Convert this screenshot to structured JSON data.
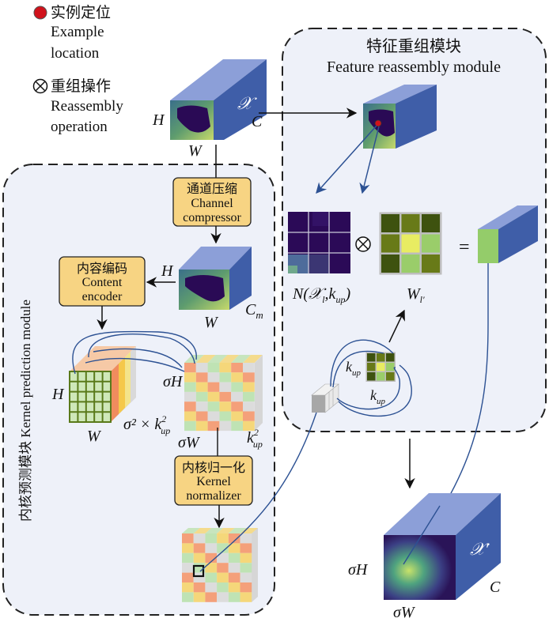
{
  "legend": {
    "example_location_zh": "实例定位",
    "example_location_en_1": "Example",
    "example_location_en_2": "location",
    "reassembly_zh": "重组操作",
    "reassembly_en_1": "Reassembly",
    "reassembly_en_2": "operation",
    "example_dot_color": "#d0121b",
    "otimes_symbol": "⊗"
  },
  "input_tensor": {
    "h": "H",
    "w": "W",
    "c": "C",
    "symbol": "𝒳"
  },
  "kernel_prediction_module": {
    "title": "内核预测模块 Kernel prediction module",
    "channel_compressor": {
      "zh": "通道压缩",
      "en_1": "Channel",
      "en_2": "compressor"
    },
    "compressed_tensor": {
      "h": "H",
      "w": "W",
      "c": "C",
      "c_sub": "m"
    },
    "content_encoder": {
      "zh": "内容编码",
      "en_1": "Content",
      "en_2": "encoder"
    },
    "encoded_tensor": {
      "h": "H",
      "w": "W",
      "depth": "σ² × k",
      "depth_sup": "2",
      "depth_sub": "up"
    },
    "kernels": {
      "h": "σH",
      "w": "σW",
      "depth": "k",
      "depth_sup": "2",
      "depth_sub": "up"
    },
    "kernel_normalizer": {
      "zh": "内核归一化",
      "en_1": "Kernel",
      "en_2": "normalizer"
    }
  },
  "feature_reassembly_module": {
    "title_zh": "特征重组模块",
    "title_en": "Feature reassembly module",
    "neighborhood": {
      "label": "N(",
      "x": "𝒳",
      "x_sub": "l",
      "k": ",k",
      "k_sub": "up",
      "close": ")"
    },
    "weights": {
      "label": "W",
      "sub": "l′"
    },
    "equals": "=",
    "kup_1": "k",
    "kup_1_sub": "up",
    "kup_2": "k",
    "kup_2_sub": "up"
  },
  "output_tensor": {
    "h": "σH",
    "w": "σW",
    "c": "C",
    "symbol": "𝒳′"
  },
  "colors": {
    "module_bg": "#eef1f9",
    "box_fill": "#f7d483",
    "cube_top": "#8c9fd8",
    "cube_side": "#3f5ea8",
    "curve": "#2c5193",
    "weight_dark": "#3e520f",
    "weight_mid": "#687a18",
    "weight_light": "#9acd6a",
    "weight_center": "#e8ec62"
  }
}
